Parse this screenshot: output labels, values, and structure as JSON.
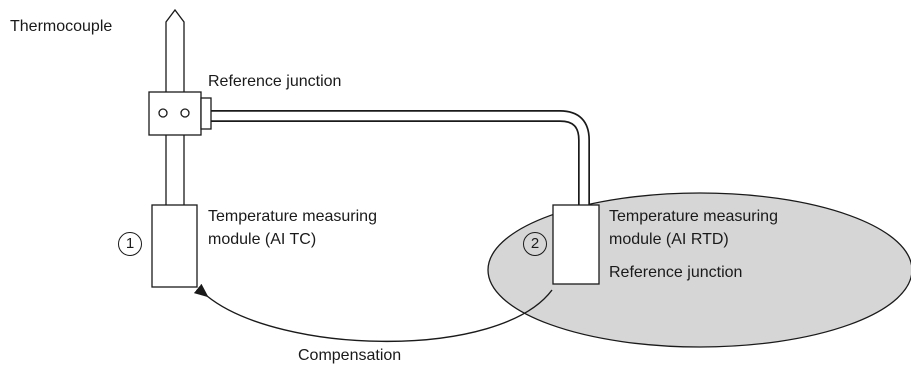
{
  "labels": {
    "thermocouple": "Thermocouple",
    "reference_junction_top": "Reference junction",
    "module_tc_line1": "Temperature measuring",
    "module_tc_line2": "module (AI TC)",
    "module_rtd_line1": "Temperature measuring",
    "module_rtd_line2": "module (AI RTD)",
    "reference_junction_rtd": "Reference junction",
    "compensation": "Compensation"
  },
  "markers": {
    "tc": "1",
    "rtd": "2"
  },
  "colors": {
    "stroke": "#1a1a1a",
    "ellipse_fill": "#d6d6d6",
    "background": "#ffffff"
  }
}
